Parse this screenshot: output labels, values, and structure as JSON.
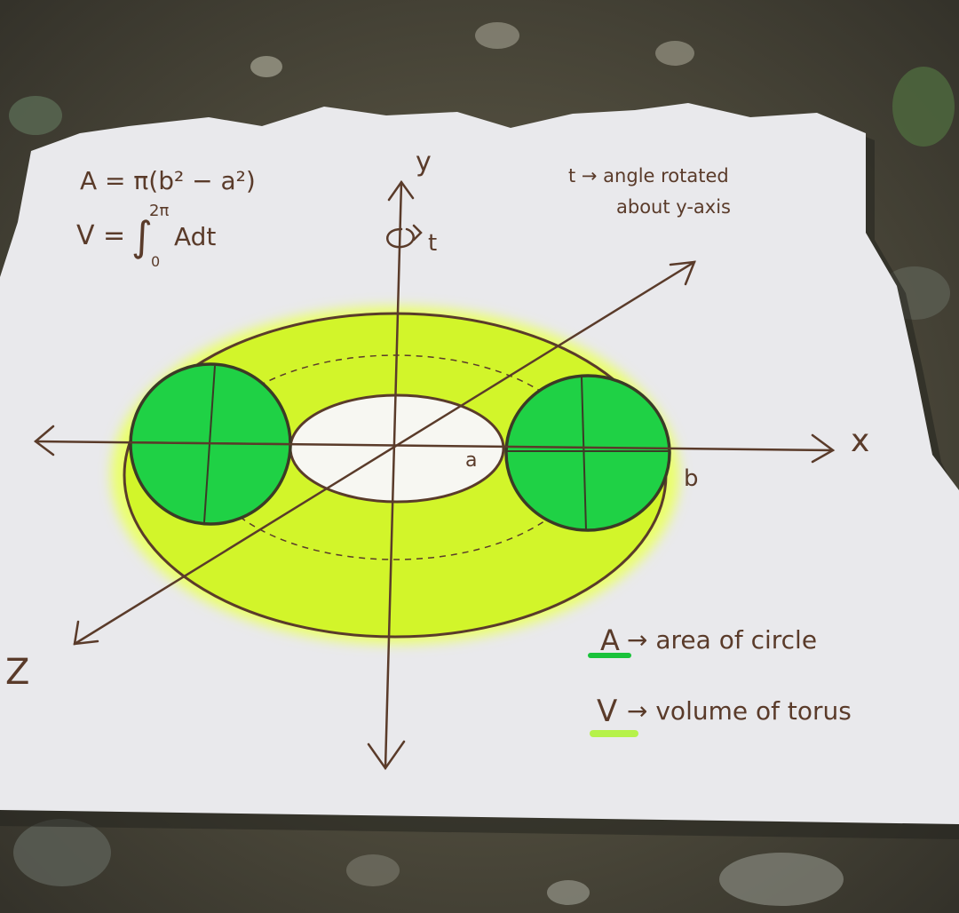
{
  "formulas": {
    "area": "A = π(b² − a²)",
    "volume_lhs": "V =",
    "integral_upper": "2π",
    "integral_lower": "0",
    "volume_rhs": "Adt"
  },
  "note": {
    "line1": "t → angle rotated",
    "line2": "about y-axis"
  },
  "axes": {
    "y": "y",
    "x": "x",
    "z": "Z",
    "rotation": "t",
    "inner_radius": "a",
    "outer_radius": "b"
  },
  "legend": [
    {
      "symbol": "A",
      "text": "→ area of circle",
      "underline_color": "#19c23a"
    },
    {
      "symbol": "V",
      "text": "→ volume of torus",
      "underline_color": "#b6f24a"
    }
  ],
  "colors": {
    "torus_fill": "#d2f52a",
    "torus_glow": "#eaff6a",
    "cross_section": "#1fd145",
    "ink": "#5a3b2a",
    "paper": "#e9e9ec",
    "ground": "#4d4a3a"
  }
}
